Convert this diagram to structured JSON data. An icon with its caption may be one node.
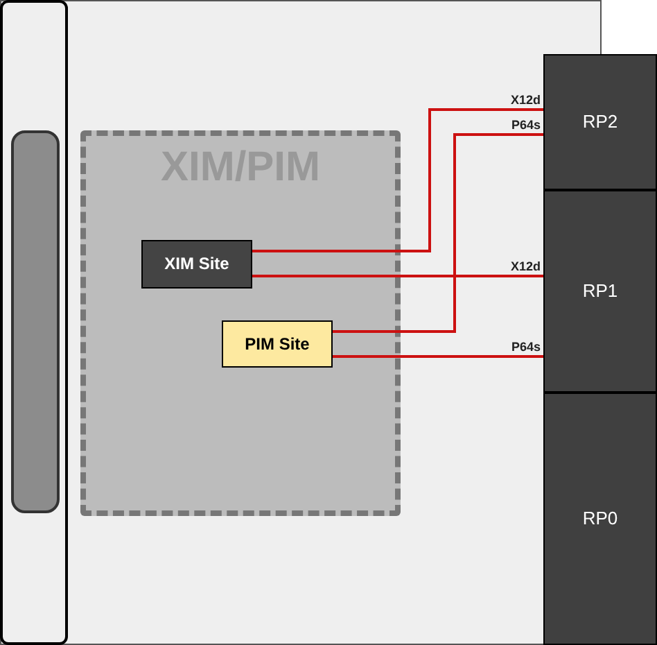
{
  "diagram": {
    "nodes": [
      {
        "text": [],
        "shape": "box"
      },
      {
        "text": [
          "XIM/PIM"
        ],
        "in": 0
      },
      {
        "text": [
          "XIM Site"
        ],
        "in": 1
      },
      {
        "text": [
          "PIM Site"
        ],
        "in": 1
      },
      {
        "text": [
          "RP2"
        ]
      },
      {
        "text": [
          "RP1"
        ]
      },
      {
        "text": [
          "RP0"
        ]
      }
    ],
    "edges": [
      {
        "from": 2,
        "to": 4,
        "arrow": "none",
        "label": "X12d"
      },
      {
        "from": 2,
        "to": 5,
        "arrow": "none",
        "label": "X12d"
      },
      {
        "from": 3,
        "to": 4,
        "arrow": "none",
        "label": "P64s"
      },
      {
        "from": 3,
        "to": 5,
        "arrow": "none",
        "label": "P64s"
      }
    ]
  }
}
